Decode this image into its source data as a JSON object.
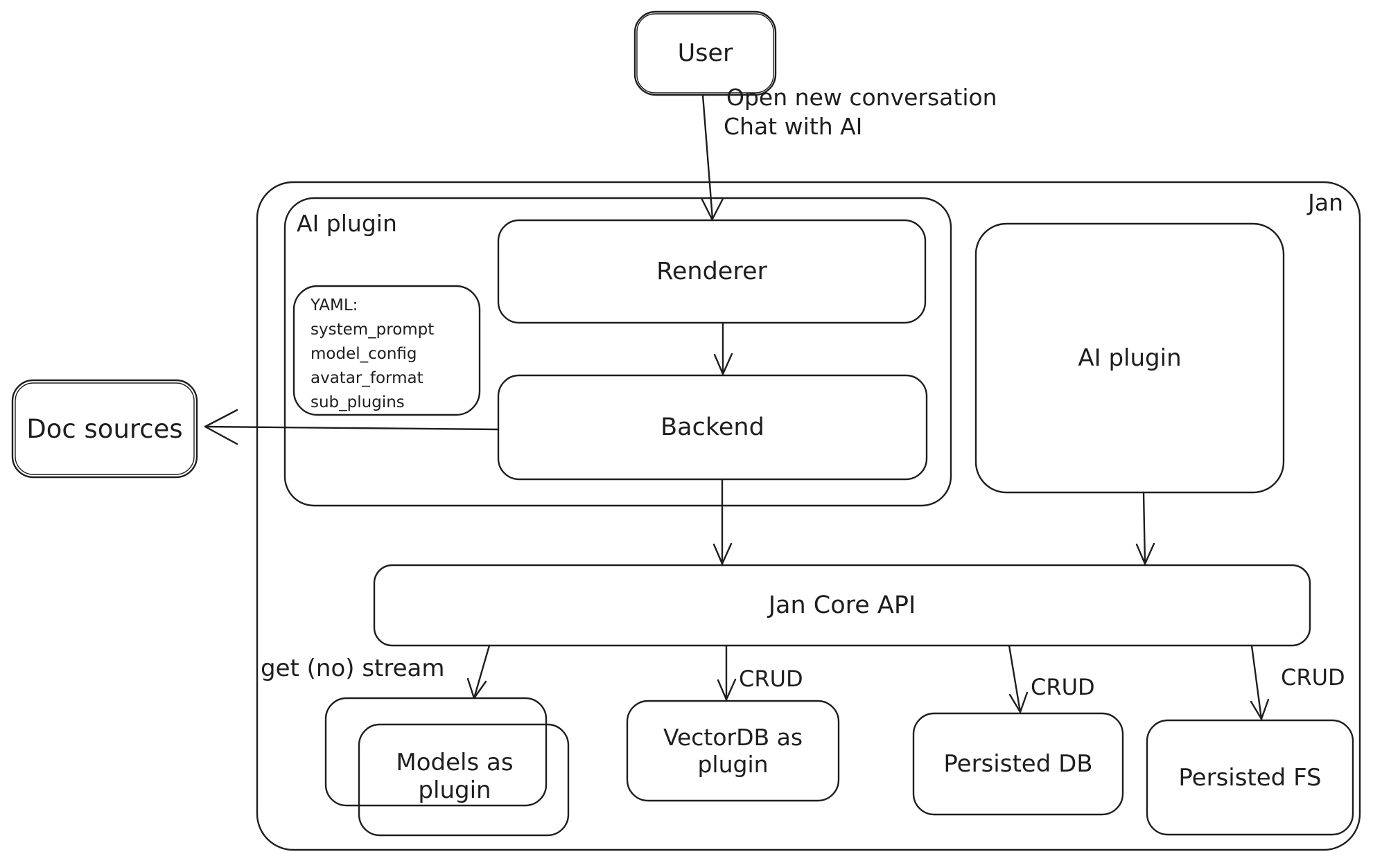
{
  "diagram": {
    "background": "#ffffff",
    "stroke_color": "#1e1e1e",
    "nodes": {
      "user": {
        "label": "User"
      },
      "jan_container": {
        "label": "Jan"
      },
      "ai_plugin_left": {
        "label": "AI plugin"
      },
      "renderer": {
        "label": "Renderer"
      },
      "backend": {
        "label": "Backend"
      },
      "yaml_note": {
        "lines": [
          "YAML:",
          "system_prompt",
          "model_config",
          "avatar_format",
          "sub_plugins"
        ]
      },
      "doc_sources": {
        "label": "Doc sources"
      },
      "ai_plugin_right": {
        "label": "AI plugin"
      },
      "jan_core_api": {
        "label": "Jan Core API"
      },
      "models_as_plugin": {
        "line1": "Models as",
        "line2": "plugin"
      },
      "vectordb_as_plugin": {
        "line1": "VectorDB as",
        "line2": "plugin"
      },
      "persisted_db": {
        "label": "Persisted DB"
      },
      "persisted_fs": {
        "label": "Persisted FS"
      }
    },
    "edges": {
      "user_to_renderer": {
        "label_line1": "Open new conversation",
        "label_line2": "Chat with AI"
      },
      "api_to_models": {
        "label": "get (no) stream"
      },
      "api_to_vectordb": {
        "label": "CRUD"
      },
      "api_to_persisted_db": {
        "label": "CRUD"
      },
      "api_to_persisted_fs": {
        "label": "CRUD"
      }
    }
  }
}
